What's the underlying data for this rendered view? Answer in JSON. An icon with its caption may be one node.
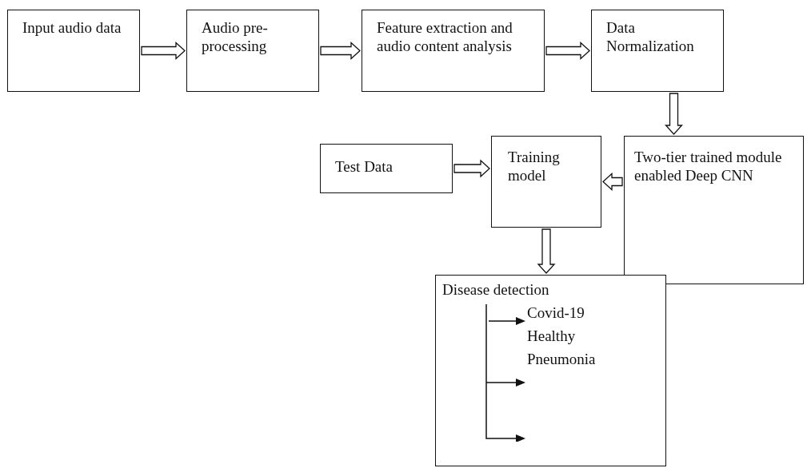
{
  "diagram": {
    "nodes": [
      {
        "text": [
          "Input audio data"
        ]
      },
      {
        "text": [
          "Audio pre-processing"
        ]
      },
      {
        "text": [
          "Feature extraction and audio content analysis"
        ]
      },
      {
        "text": [
          "Data Normalization"
        ]
      },
      {
        "text": [
          "Two-tier trained module enabled Deep CNN"
        ]
      },
      {
        "text": [
          "Test Data"
        ]
      },
      {
        "text": [
          "Training model"
        ]
      },
      {
        "text": [
          "Disease detection",
          "Covid-19",
          "Healthy",
          "Pneumonia"
        ]
      }
    ],
    "edges": [
      {
        "from": 0,
        "to": 1,
        "arrow": "to"
      },
      {
        "from": 1,
        "to": 2,
        "arrow": "to"
      },
      {
        "from": 2,
        "to": 3,
        "arrow": "to"
      },
      {
        "from": 3,
        "to": 4,
        "arrow": "to"
      },
      {
        "from": 5,
        "to": 6,
        "arrow": "to"
      },
      {
        "from": 4,
        "to": 6,
        "arrow": "to"
      },
      {
        "from": 6,
        "to": 7,
        "arrow": "to"
      }
    ]
  }
}
